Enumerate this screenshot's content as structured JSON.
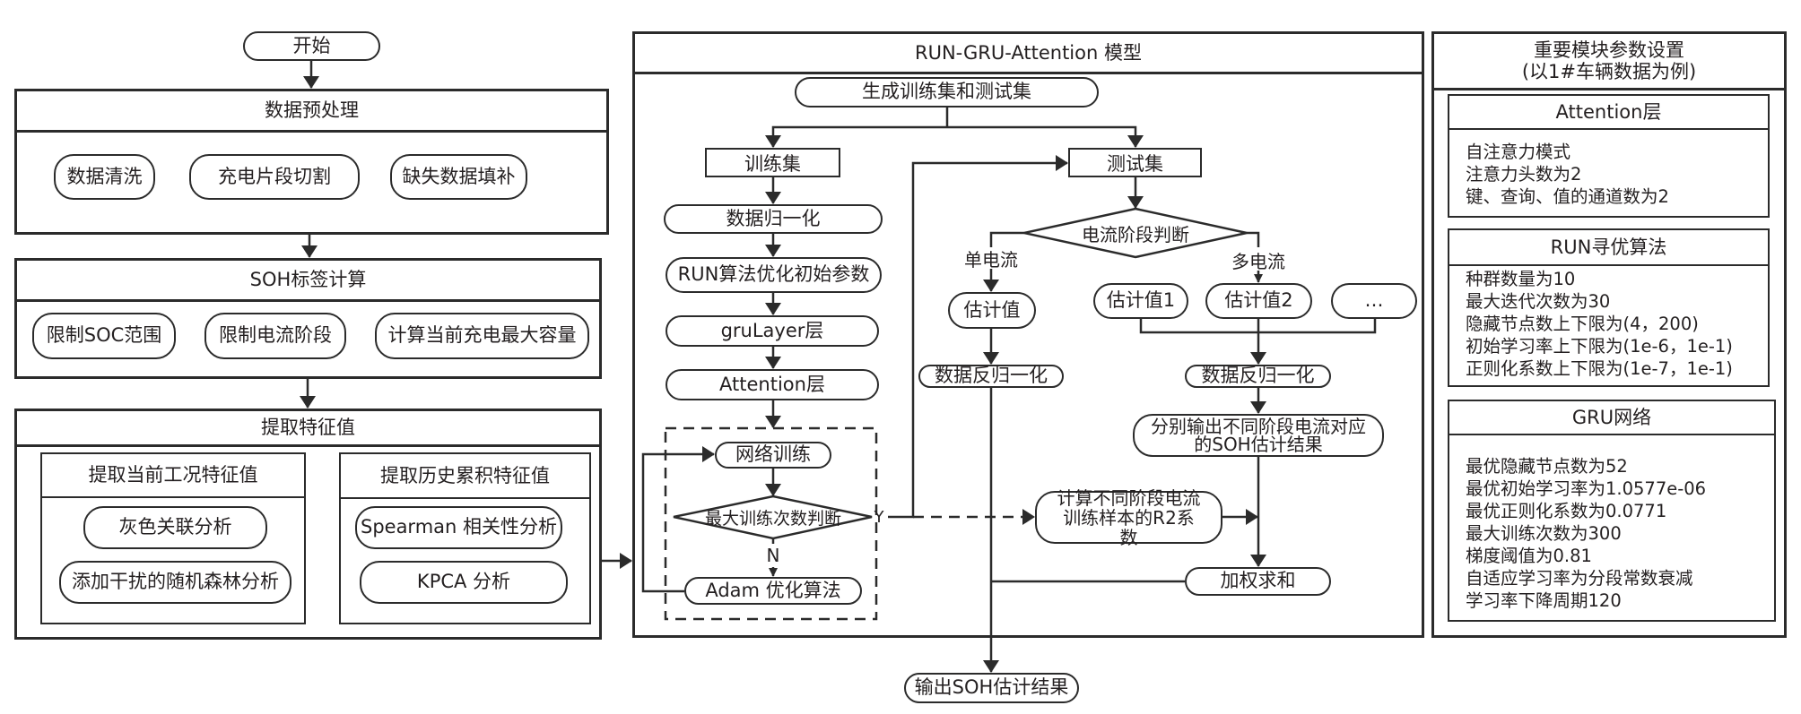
{
  "start": "开始",
  "preprocess": {
    "title": "数据预处理",
    "items": [
      "数据清洗",
      "充电片段切割",
      "缺失数据填补"
    ]
  },
  "soh_label": {
    "title": "SOH标签计算",
    "items": [
      "限制SOC范围",
      "限制电流阶段",
      "计算当前充电最大容量"
    ]
  },
  "features": {
    "title": "提取特征值",
    "current": {
      "title": "提取当前工况特征值",
      "items": [
        "灰色关联分析",
        "添加干扰的随机森林分析"
      ]
    },
    "history": {
      "title": "提取历史累积特征值",
      "items": [
        "Spearman 相关性分析",
        "KPCA 分析"
      ]
    }
  },
  "model": {
    "title": "RUN-GRU-Attention 模型",
    "generate": "生成训练集和测试集",
    "train_set": "训练集",
    "test_set": "测试集",
    "train_steps": [
      "数据归一化",
      "RUN算法优化初始参数",
      "gruLayer层",
      "Attention层"
    ],
    "net_train": "网络训练",
    "max_iter_decision": "最大训练次数判断",
    "yes": "Y",
    "no": "N",
    "adam": "Adam 优化算法",
    "current_decision": "电流阶段判断",
    "single_current": "单电流",
    "multi_current": "多电流",
    "estimate": "估计值",
    "estimate1": "估计值1",
    "estimate2": "估计值2",
    "estimate_more": "…",
    "denorm_single": "数据反归一化",
    "denorm_multi": "数据反归一化",
    "output_stages": "分别输出不同阶段电流对应的SOH估计结果",
    "r2": "计算不同阶段电流训练样本的R2系数",
    "weighted_sum": "加权求和"
  },
  "output": "输出SOH估计结果",
  "params": {
    "title_line1": "重要模块参数设置",
    "title_line2": "(以1#车辆数据为例)",
    "attention": {
      "title": "Attention层",
      "lines": [
        "自注意力模式",
        "注意力头数为2",
        "键、查询、值的通道数为2"
      ]
    },
    "run": {
      "title": "RUN寻优算法",
      "lines": [
        "种群数量为10",
        "最大迭代次数为30",
        "隐藏节点数上下限为(4，200)",
        "初始学习率上下限为(1e-6，1e-1)",
        "正则化系数上下限为(1e-7，1e-1)"
      ]
    },
    "gru": {
      "title": "GRU网络",
      "lines": [
        "最优隐藏节点数为52",
        "最优初始学习率为1.0577e-06",
        "最优正则化系数为0.0771",
        "最大训练次数为300",
        "梯度阈值为0.81",
        "自适应学习率为分段常数衰减",
        "学习率下降周期120"
      ]
    }
  },
  "colors": {
    "stroke": "#2b2b2b",
    "text": "#231f20",
    "background": "#ffffff"
  }
}
